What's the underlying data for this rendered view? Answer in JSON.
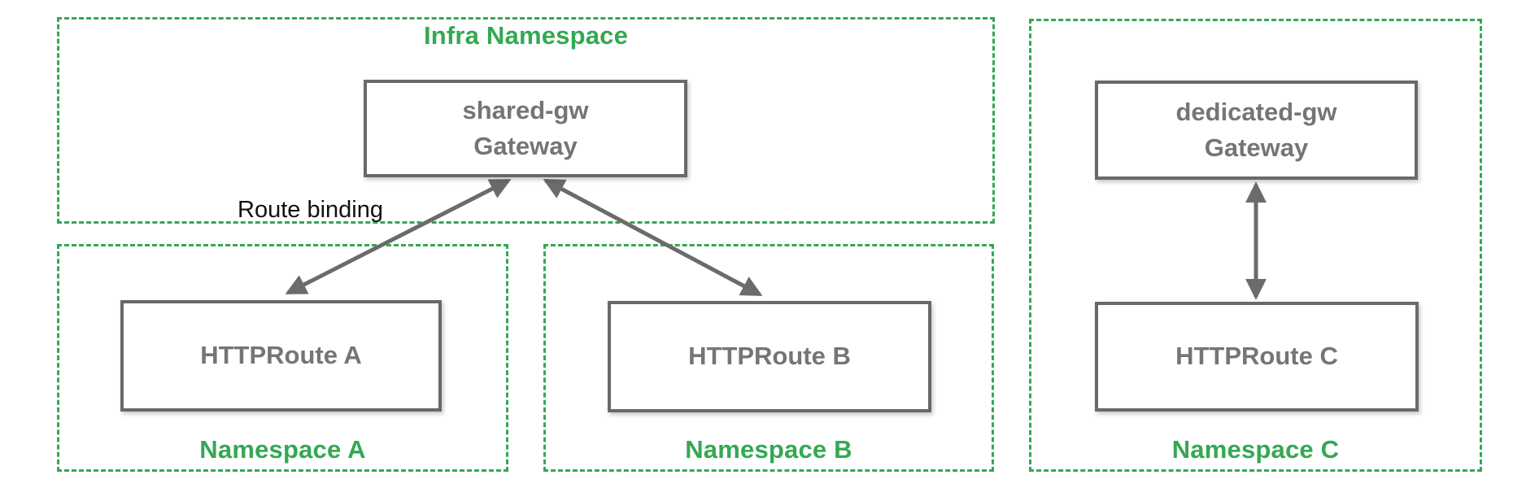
{
  "diagram": {
    "description": "Kubernetes Gateway API route binding across namespaces"
  },
  "namespaces": {
    "infra": {
      "label": "Infra Namespace"
    },
    "a": {
      "label": "Namespace A"
    },
    "b": {
      "label": "Namespace B"
    },
    "c": {
      "label": "Namespace C"
    }
  },
  "nodes": {
    "shared_gw": {
      "line1": "shared-gw",
      "line2": "Gateway"
    },
    "dedicated_gw": {
      "line1": "dedicated-gw",
      "line2": "Gateway"
    },
    "route_a": {
      "label": "HTTPRoute A"
    },
    "route_b": {
      "label": "HTTPRoute B"
    },
    "route_c": {
      "label": "HTTPRoute C"
    }
  },
  "annotations": {
    "route_binding": "Route binding"
  },
  "colors": {
    "namespace_green": "#34A853",
    "node_border_gray": "#696969",
    "node_text_gray": "#757575",
    "arrow_gray": "#6b6b6b",
    "annotation_black": "#111111",
    "background": "#ffffff"
  }
}
